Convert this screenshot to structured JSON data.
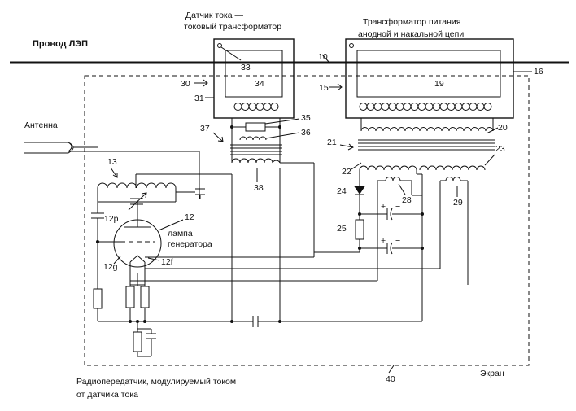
{
  "labels": {
    "power_line": "Провод ЛЭП",
    "current_sensor_line1": "Датчик тока —",
    "current_sensor_line2": "токовый трансформатор",
    "power_transformer_line1": "Трансформатор питания",
    "power_transformer_line2": "анодной и накальной цепи",
    "antenna": "Антенна",
    "lamp_line1": "лампа",
    "lamp_line2": "генератора",
    "footer_line1": "Радиопередатчик, модулируемый током",
    "footer_line2": "от датчика тока",
    "screen": "Экран"
  },
  "numbers": {
    "n10": "10",
    "n12": "12",
    "n12p": "12p",
    "n12g": "12g",
    "n12f": "12f",
    "n13": "13",
    "n15": "15",
    "n16": "16",
    "n19": "19",
    "n20": "20",
    "n21": "21",
    "n22": "22",
    "n23": "23",
    "n24": "24",
    "n25": "25",
    "n28": "28",
    "n29": "29",
    "n30": "30",
    "n31": "31",
    "n33": "33",
    "n34": "34",
    "n35": "35",
    "n36": "36",
    "n37": "37",
    "n38": "38",
    "n40": "40"
  },
  "polarity": {
    "plus": "+",
    "minus": "−"
  }
}
